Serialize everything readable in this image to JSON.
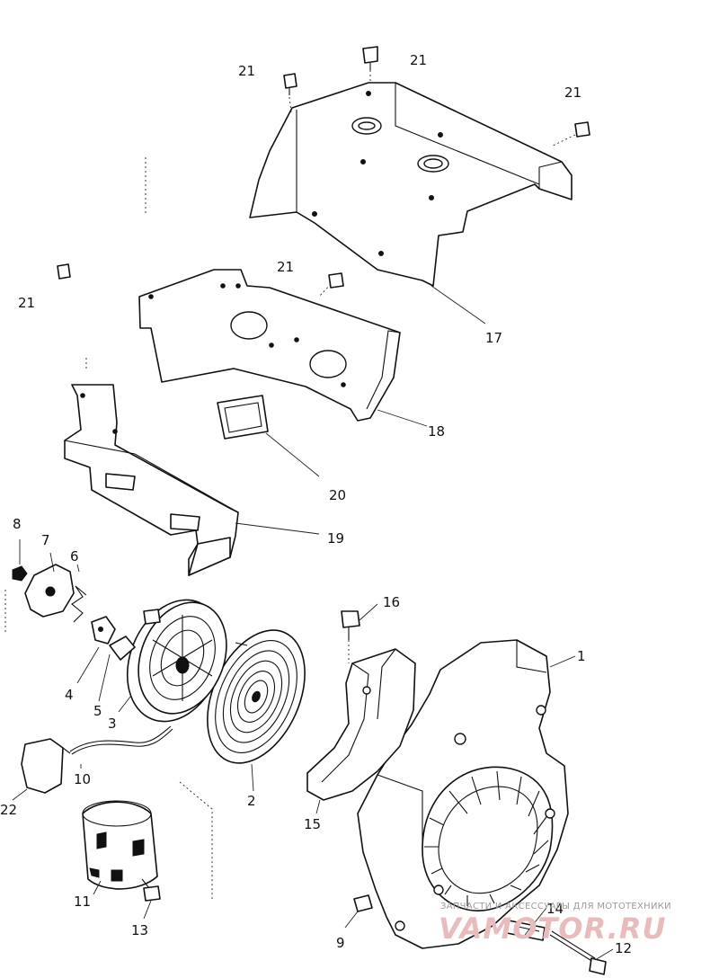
{
  "diagram": {
    "parts": {
      "p1": "1",
      "p2": "2",
      "p3": "3",
      "p4": "4",
      "p5": "5",
      "p6": "6",
      "p7": "7",
      "p8": "8",
      "p9": "9",
      "p10": "10",
      "p11": "11",
      "p12": "12",
      "p13": "13",
      "p14": "14",
      "p15": "15",
      "p16": "16",
      "p17": "17",
      "p18": "18",
      "p19": "19",
      "p20": "20",
      "p21": "21",
      "p22": "22"
    },
    "watermark": {
      "caption": "ЗАПЧАСТИ И АКСЕССУАРЫ ДЛЯ МОТОТЕХНИКИ",
      "logo": "VAMOTOR.RU"
    }
  }
}
